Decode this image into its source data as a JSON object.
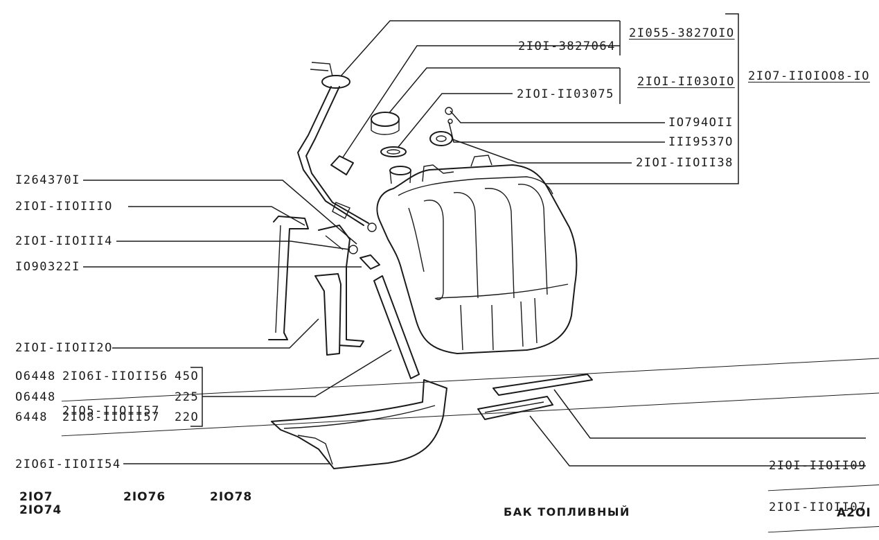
{
  "parts": {
    "p1": "2I055-3827OIO",
    "p2": "2IOI-3827064",
    "p3": "2IOI-II03OIO",
    "p4": "2IOI-II03075",
    "p5": "2IO7-IIOIOO8-IO",
    "p6": "IO794OII",
    "p7": "III9537O",
    "p8": "2IOI-IIOII38",
    "p9": "I264370I",
    "p10": "2IOI-IIOIIIO",
    "p11": "2IOI-IIOIII4",
    "p12": "IO90322I",
    "p13": "2IOI-IIOII2O",
    "p14": "2IO6I-IIOII54",
    "p15": "2IOI-IIOII09",
    "p16": "2IOI-IIOII07"
  },
  "table_rows": [
    {
      "code": "O6448",
      "part": "2IO6I-IIOII56",
      "qty": "45O"
    },
    {
      "code": "O6448",
      "part": "2IO5-IIOII57",
      "qty": "225"
    },
    {
      "code": "6448",
      "part": "2IO8-IIOII57",
      "qty": "22O"
    }
  ],
  "models": {
    "m1": "2IO7",
    "m2": "2IO74",
    "m3": "2IO76",
    "m4": "2IO78"
  },
  "title": "БАК  ТОПЛИВНЫЙ",
  "page_code": "A2OI"
}
